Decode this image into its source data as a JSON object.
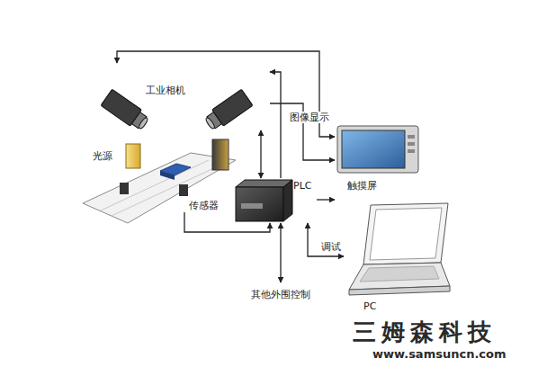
{
  "diagram": {
    "nodes": [
      {
        "text": [
          "工业相机"
        ]
      },
      {
        "text": [
          "光源"
        ]
      },
      {
        "text": [
          "传感器"
        ]
      },
      {
        "text": [
          "PLC"
        ]
      },
      {
        "text": [
          "触摸屏"
        ]
      },
      {
        "text": [
          "PC"
        ]
      },
      {
        "text": [
          "其他外围控制"
        ]
      }
    ],
    "edges": [
      {
        "from": 3,
        "to": 0,
        "arrow": "both"
      },
      {
        "from": 3,
        "to": 0,
        "arrow": "to"
      },
      {
        "from": 0,
        "to": 4,
        "label": "图像显示",
        "arrow": "both"
      },
      {
        "from": 2,
        "to": 3,
        "arrow": "to"
      },
      {
        "from": 3,
        "to": 4,
        "arrow": "to"
      },
      {
        "from": 3,
        "to": 5,
        "label": "调试",
        "arrow": "both"
      },
      {
        "from": 3,
        "to": 6,
        "arrow": "both"
      },
      {
        "from": 0,
        "to": 4,
        "arrow": "to"
      }
    ],
    "labels": [
      "三姆森科技",
      "www.samsuncn.com"
    ]
  }
}
